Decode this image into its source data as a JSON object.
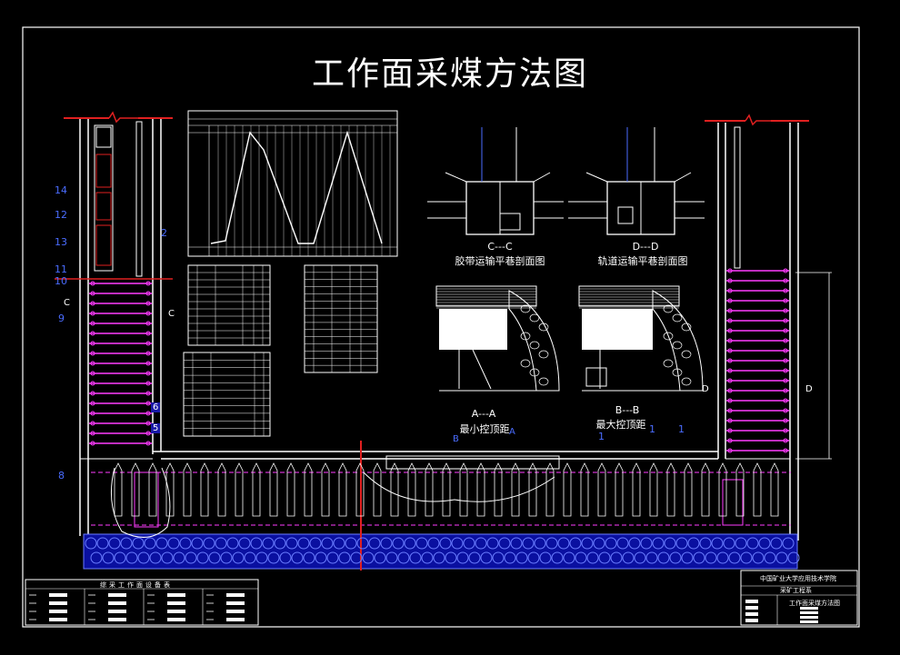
{
  "title": "工作面采煤方法图",
  "sections": {
    "cc": "C---C",
    "cc_caption": "胶带运输平巷剖面图",
    "dd": "D---D",
    "dd_caption": "轨道运输平巷剖面图",
    "aa": "A---A",
    "aa_caption": "最小控顶距",
    "bb": "B---B",
    "bb_caption": "最大控顶距"
  },
  "markers": {
    "c1": "C",
    "c2": "C",
    "d1": "D",
    "d2": "D",
    "b": "B",
    "a": "A"
  },
  "callouts": [
    "14",
    "12",
    "13",
    "11",
    "10",
    "9",
    "8",
    "6",
    "5",
    "2",
    "1",
    "1",
    "1"
  ],
  "equipment_table": {
    "header": "综采工作面设备表"
  },
  "title_block": {
    "school": "中国矿业大学应用技术学院",
    "dept": "采矿工程系",
    "drawing": "工作面采煤方法图"
  }
}
